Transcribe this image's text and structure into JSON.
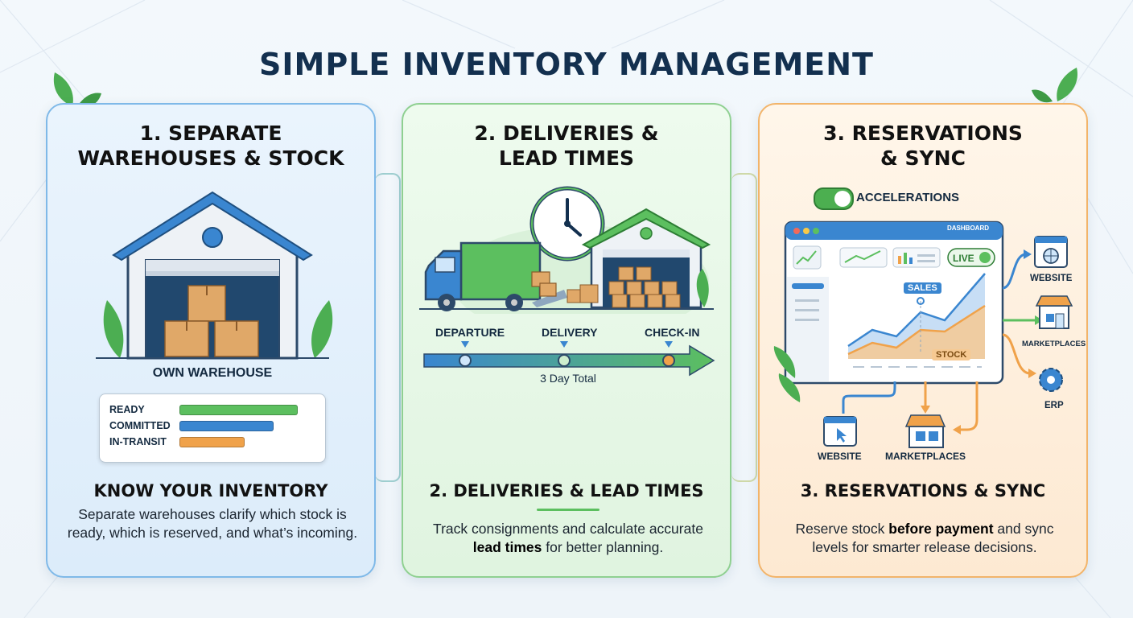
{
  "title": "SIMPLE INVENTORY MANAGEMENT",
  "colors": {
    "blue": "#3a86d0",
    "green": "#4caf50",
    "orange": "#f0a24a",
    "navy": "#13304f"
  },
  "panel1": {
    "title_line1": "1. SEPARATE",
    "title_line2": "WAREHOUSES & STOCK",
    "warehouse_label": "OWN WAREHOUSE",
    "bars": [
      {
        "label": "READY",
        "fraction": 0.88,
        "color": "#5cbf5f"
      },
      {
        "label": "COMMITTED",
        "fraction": 0.7,
        "color": "#3a86d0"
      },
      {
        "label": "IN-TRANSIT",
        "fraction": 0.48,
        "color": "#f0a24a"
      }
    ],
    "heading": "KNOW YOUR INVENTORY",
    "description": "Separate warehouses clarify which stock is ready, which is reserved, and what’s incoming."
  },
  "panel2": {
    "title_line1": "2. DELIVERIES &",
    "title_line2": "LEAD TIMES",
    "timeline": {
      "stages": [
        "DEPARTURE",
        "DELIVERY",
        "CHECK-IN"
      ],
      "total": "3 Day Total"
    },
    "heading": "2. DELIVERIES & LEAD TIMES",
    "description_pre": "Track consignments and calculate accurate ",
    "description_bold": "lead times",
    "description_post": " for better planning."
  },
  "panel3": {
    "title_line1": "3. RESERVATIONS",
    "title_line2": "& SYNC",
    "toggle_label": "ACCELERATIONS",
    "dashboard": {
      "title": "DASHBOARD",
      "live_badge": "LIVE",
      "sales_label": "SALES",
      "stock_label": "STOCK"
    },
    "channels_right": [
      "WEBSITE",
      "MARKETPLACES",
      "ERP"
    ],
    "channels_bottom": [
      "WEBSITE",
      "MARKETPLACES"
    ],
    "heading": "3. RESERVATIONS & SYNC",
    "description_pre": "Reserve stock ",
    "description_bold": "before payment",
    "description_post": " and sync levels for smarter release decisions."
  },
  "icons": [
    "leaf-icon",
    "warehouse-icon",
    "box-icon",
    "clock-icon",
    "truck-icon",
    "globe-icon",
    "store-icon",
    "gear-icon",
    "cursor-icon",
    "line-chart-icon",
    "bar-chart-icon"
  ]
}
